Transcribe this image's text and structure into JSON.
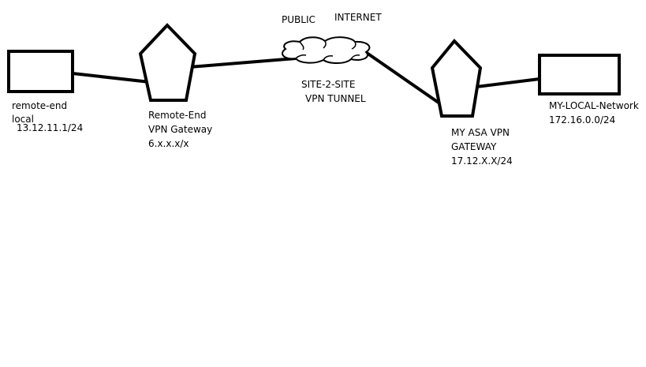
{
  "diagram": {
    "cloud": {
      "label_public": "PUBLIC",
      "label_internet": "INTERNET"
    },
    "tunnel": {
      "line1": "SITE-2-SITE",
      "line2": "VPN TUNNEL"
    },
    "remote_local": {
      "line1": "remote-end",
      "line2": "local",
      "subnet": "13.12.11.1/24"
    },
    "remote_gateway": {
      "line1": "Remote-End",
      "line2": "VPN Gateway",
      "address": "6.x.x.x/x"
    },
    "asa_gateway": {
      "line1": "MY ASA VPN",
      "line2": "GATEWAY",
      "address": "17.12.X.X/24"
    },
    "local_network": {
      "line1": "MY-LOCAL-Network",
      "subnet": "172.16.0.0/24"
    },
    "colors": {
      "stroke": "#000000",
      "background": "#ffffff"
    }
  }
}
